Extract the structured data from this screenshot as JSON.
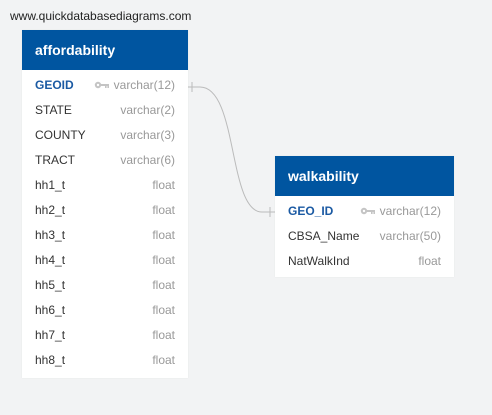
{
  "watermark": "www.quickdatabasediagrams.com",
  "colors": {
    "header": "#0055a0",
    "pk_text": "#1b5aa3",
    "type_text": "#999999",
    "connector": "#bbbbbb"
  },
  "tables": [
    {
      "name": "affordability",
      "columns": [
        {
          "name": "GEOID",
          "type": "varchar(12)",
          "pk": true,
          "icon": "key-icon"
        },
        {
          "name": "STATE",
          "type": "varchar(2)",
          "pk": false
        },
        {
          "name": "COUNTY",
          "type": "varchar(3)",
          "pk": false
        },
        {
          "name": "TRACT",
          "type": "varchar(6)",
          "pk": false
        },
        {
          "name": "hh1_t",
          "type": "float",
          "pk": false
        },
        {
          "name": "hh2_t",
          "type": "float",
          "pk": false
        },
        {
          "name": "hh3_t",
          "type": "float",
          "pk": false
        },
        {
          "name": "hh4_t",
          "type": "float",
          "pk": false
        },
        {
          "name": "hh5_t",
          "type": "float",
          "pk": false
        },
        {
          "name": "hh6_t",
          "type": "float",
          "pk": false
        },
        {
          "name": "hh7_t",
          "type": "float",
          "pk": false
        },
        {
          "name": "hh8_t",
          "type": "float",
          "pk": false
        }
      ]
    },
    {
      "name": "walkability",
      "columns": [
        {
          "name": "GEO_ID",
          "type": "varchar(12)",
          "pk": true,
          "icon": "key-icon"
        },
        {
          "name": "CBSA_Name",
          "type": "varchar(50)",
          "pk": false
        },
        {
          "name": "NatWalkInd",
          "type": "float",
          "pk": false
        }
      ]
    }
  ],
  "relationship": {
    "from": "affordability.GEOID",
    "to": "walkability.GEO_ID",
    "cardinality": "one-to-one"
  }
}
